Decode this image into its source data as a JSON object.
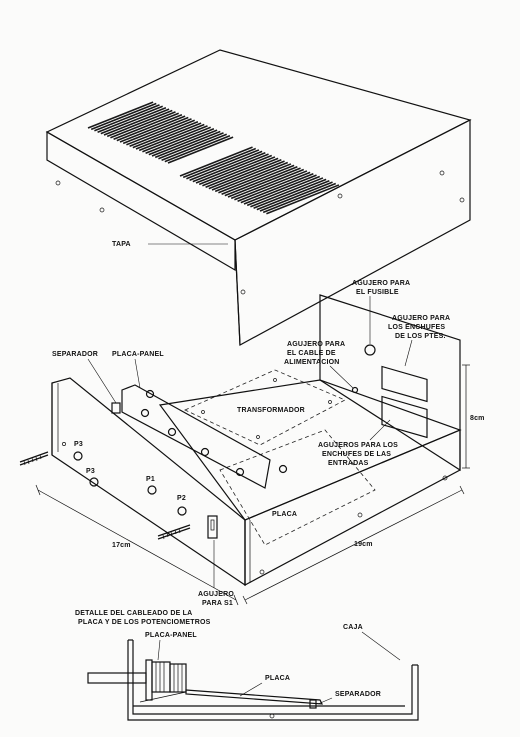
{
  "colors": {
    "ink": "#111111",
    "paper": "#fbfbfa",
    "vent": "#1a1a1a"
  },
  "labels": {
    "tapa": "TAPA",
    "agujero_fusible_1": "AGUJERO PARA",
    "agujero_fusible_2": "EL FUSIBLE",
    "agujero_enchufes_1": "AGUJERO PARA",
    "agujero_enchufes_2": "LOS ENCHUFES",
    "agujero_enchufes_3": "DE LOS PTES.",
    "agujero_cable_1": "AGUJERO PARA",
    "agujero_cable_2": "EL CABLE DE",
    "agujero_cable_3": "ALIMENTACION",
    "separador": "SEPARADOR",
    "placa_panel": "PLACA-PANEL",
    "transformador": "TRANSFORMADOR",
    "agujeros_entradas_1": "AGUJEROS PARA LOS",
    "agujeros_entradas_2": "ENCHUFES DE LAS",
    "agujeros_entradas_3": "ENTRADAS",
    "placa": "PLACA",
    "p1": "P1",
    "p2": "P2",
    "p3": "P3",
    "p3b": "P3",
    "dim_height": "8cm",
    "dim_depth": "17cm",
    "dim_width": "19cm",
    "agujero_s1_1": "AGUJERO",
    "agujero_s1_2": "PARA S1",
    "detalle_1": "DETALLE DEL CABLEADO DE LA",
    "detalle_2": "PLACA Y DE LOS POTENCIOMETROS",
    "detail_placa_panel": "PLACA-PANEL",
    "detail_caja": "CAJA",
    "detail_placa": "PLACA",
    "detail_separador": "SEPARADOR"
  }
}
